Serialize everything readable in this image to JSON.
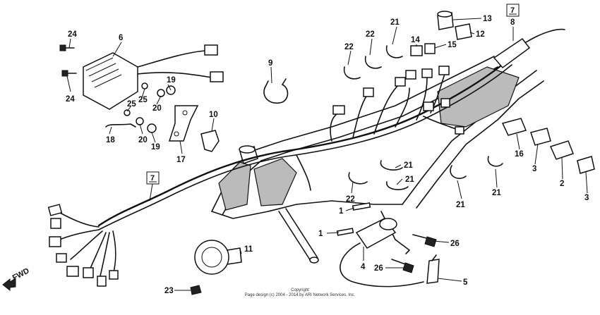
{
  "diagram": {
    "callouts": {
      "c1a": "1",
      "c1b": "1",
      "c2": "2",
      "c3a": "3",
      "c3b": "3",
      "c4": "4",
      "c5": "5",
      "c6": "6",
      "c7a": "7",
      "c7b": "7",
      "c8": "8",
      "c9": "9",
      "c10": "10",
      "c11": "11",
      "c12": "12",
      "c13": "13",
      "c14": "14",
      "c15": "15",
      "c16": "16",
      "c17": "17",
      "c18": "18",
      "c19a": "19",
      "c19b": "19",
      "c20a": "20",
      "c20b": "20",
      "c21a": "21",
      "c21b": "21",
      "c21c": "21",
      "c21d": "21",
      "c21e": "21",
      "c22a": "22",
      "c22b": "22",
      "c22c": "22",
      "c23": "23",
      "c24a": "24",
      "c24b": "24",
      "c25a": "25",
      "c25b": "25",
      "c26a": "26",
      "c26b": "26"
    },
    "direction_label": "FWD"
  },
  "footer": {
    "line1": "Copyright",
    "line2": "Page design (c) 2004 - 2014 by ARI Network Services, Inc."
  }
}
